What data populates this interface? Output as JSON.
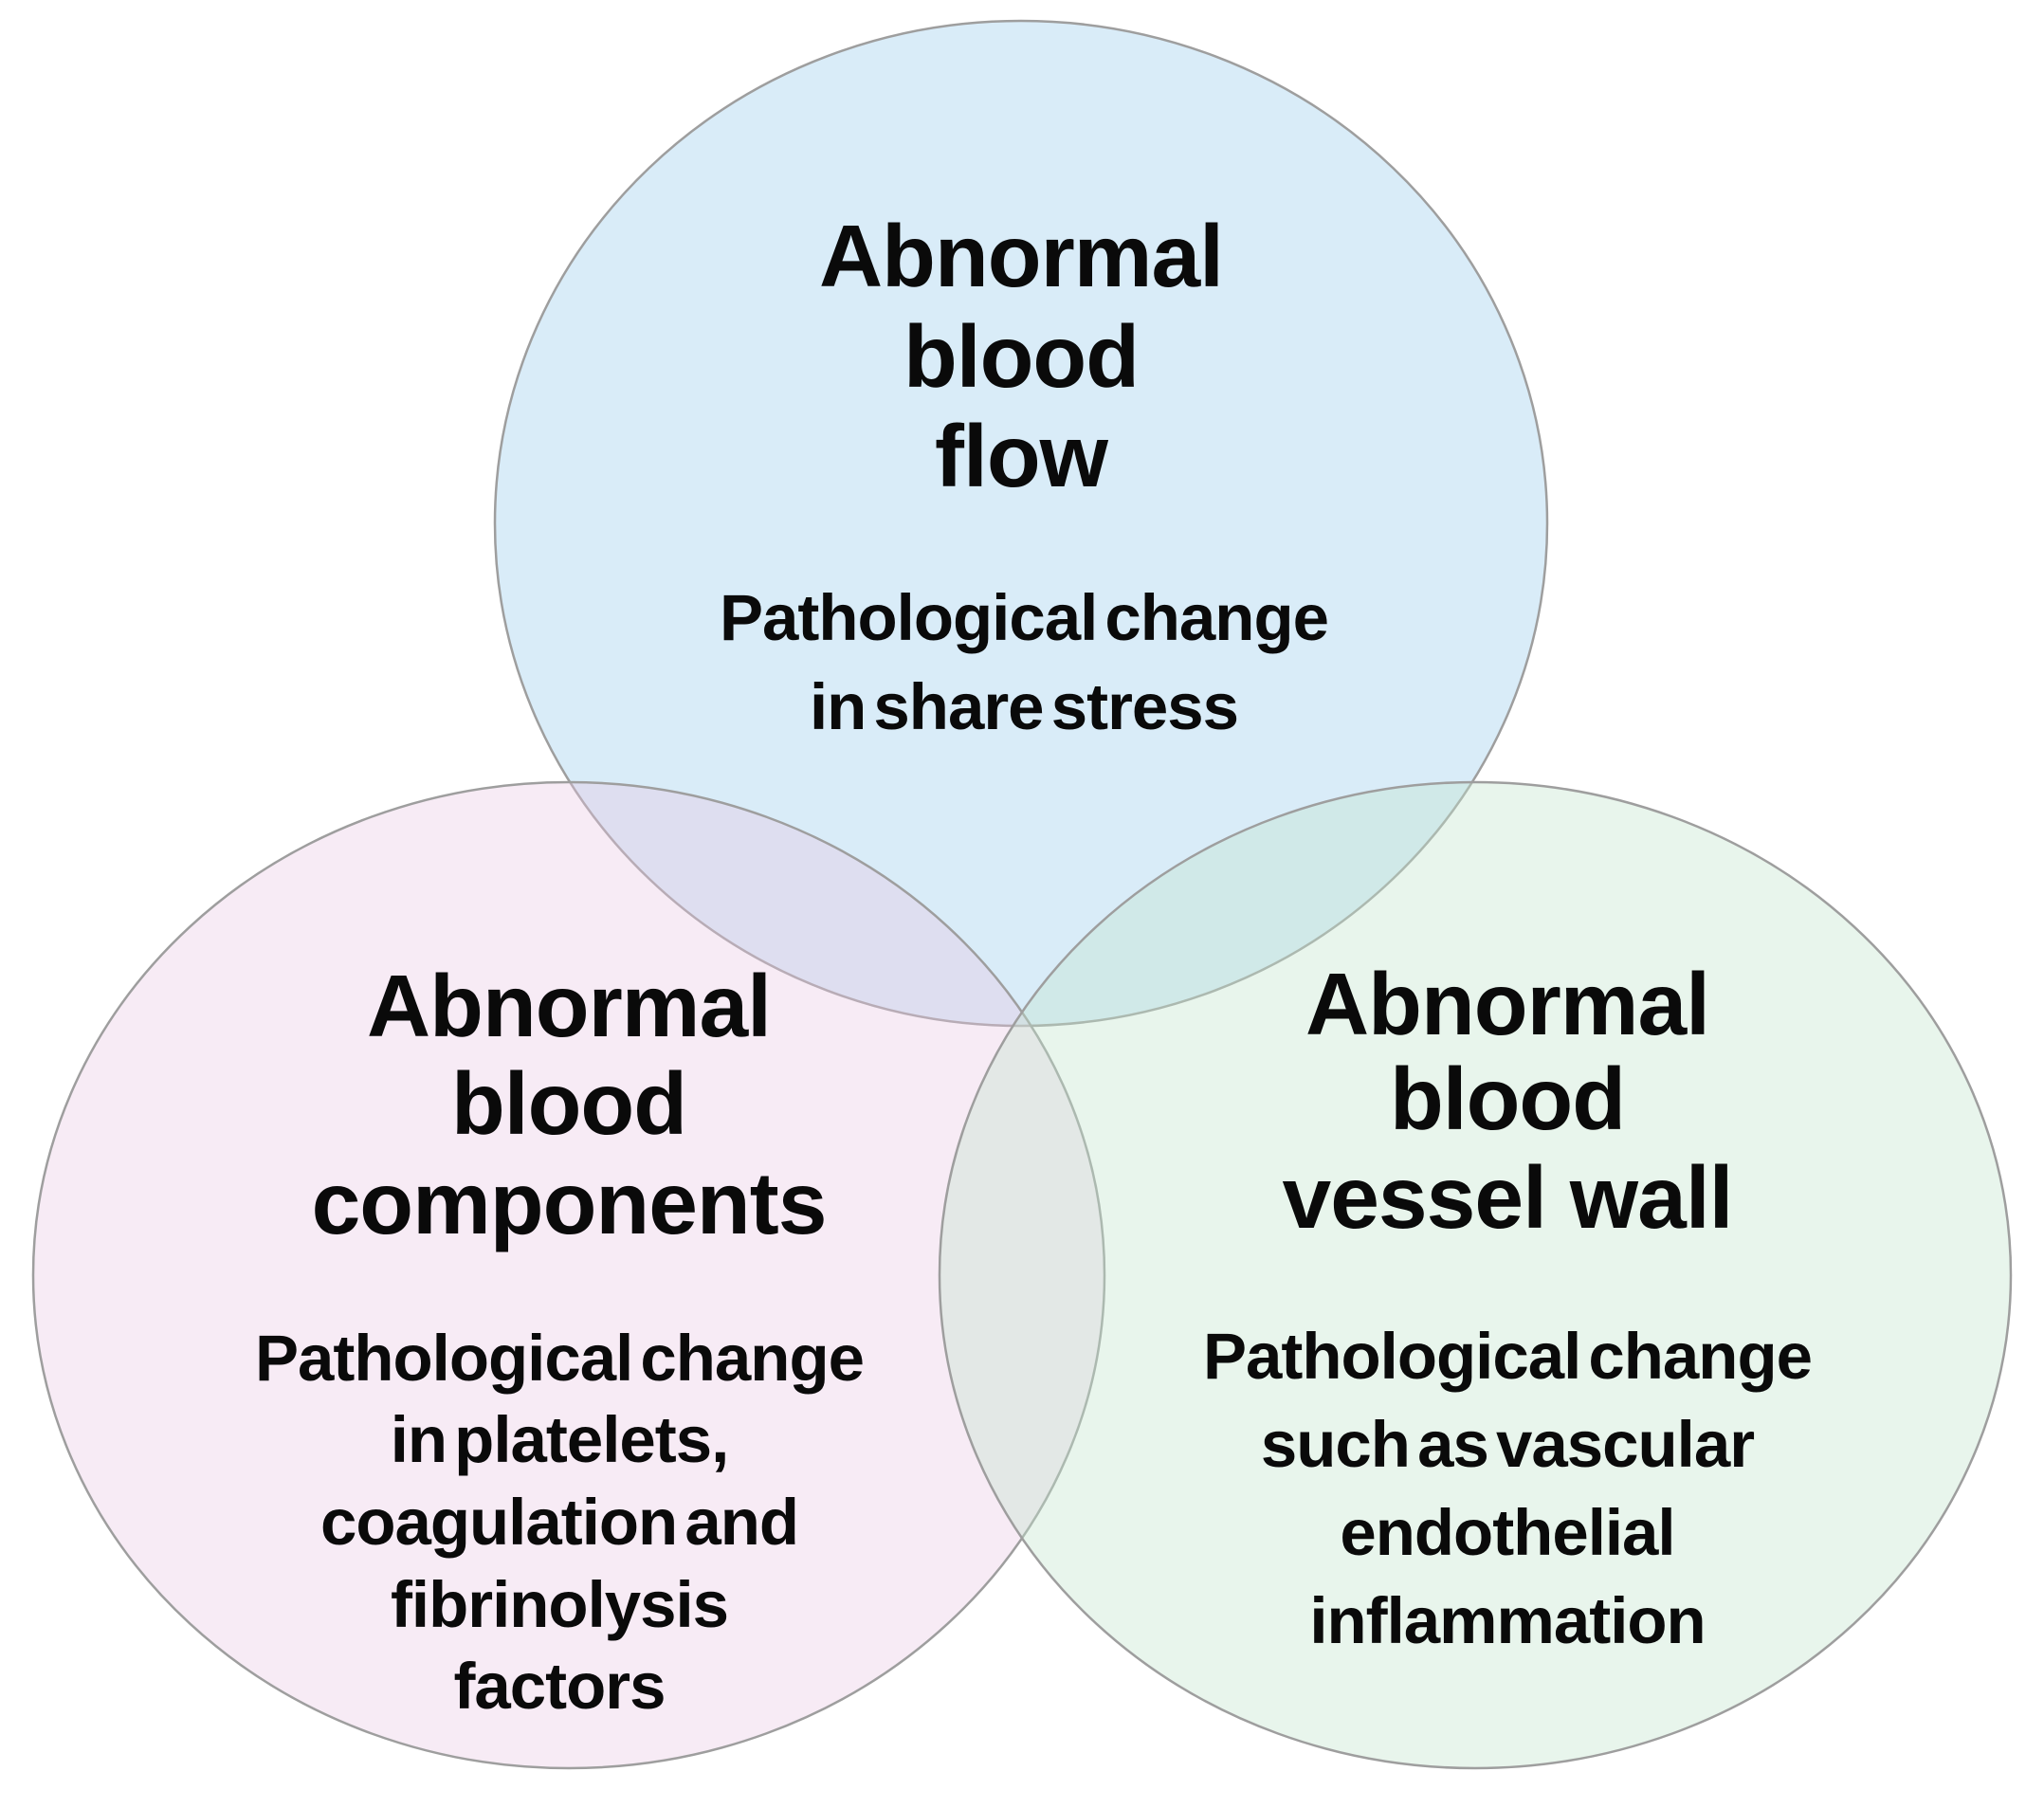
{
  "venn": {
    "background": "#ffffff",
    "border_color": "#9e9e9e",
    "text_color": "#0a0a0a",
    "circles": [
      {
        "name": "abnormal-blood-flow",
        "fill": "rgba(170,213,240,0.45)",
        "approx_fill_hex": "#dfeff9",
        "title_lines": [
          "Abnormal",
          "blood",
          "flow"
        ],
        "subtitle_lines": [
          "Pathological change",
          "in share stress"
        ]
      },
      {
        "name": "abnormal-blood-components",
        "fill": "rgba(233,199,227,0.35)",
        "approx_fill_hex": "#f8ecf5",
        "title_lines": [
          "Abnormal",
          "blood",
          "components"
        ],
        "subtitle_lines": [
          "Pathological change",
          "in platelets,",
          "coagulation and",
          "fibrinolysis",
          "factors"
        ]
      },
      {
        "name": "abnormal-blood-vessel-wall",
        "fill": "rgba(195,229,205,0.38)",
        "approx_fill_hex": "#ebf5ee",
        "title_lines": [
          "Abnormal",
          "blood",
          "vessel wall"
        ],
        "subtitle_lines": [
          "Pathological change",
          "such as vascular",
          "endothelial",
          "inflammation"
        ]
      }
    ]
  }
}
